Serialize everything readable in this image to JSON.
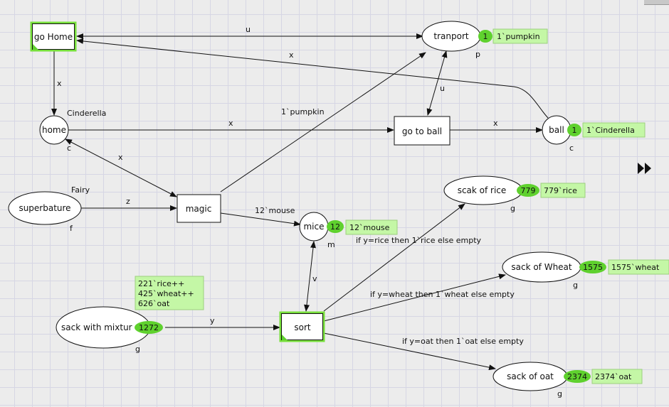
{
  "places": {
    "tranport": {
      "name": "tranport",
      "color_set": "p",
      "token_count": "1",
      "marking": "1`pumpkin"
    },
    "home": {
      "name": "home",
      "color_set": "c",
      "init_label": "Cinderella"
    },
    "ball": {
      "name": "ball",
      "color_set": "c",
      "token_count": "1",
      "marking": "1`Cinderella"
    },
    "superbature": {
      "name": "superbature",
      "color_set": "f",
      "init_label": "Fairy"
    },
    "mice": {
      "name": "mice",
      "color_set": "m",
      "token_count": "12",
      "marking": "12`mouse"
    },
    "scak_of_rice": {
      "name": "scak of rice",
      "color_set": "g",
      "token_count": "779",
      "marking": "779`rice"
    },
    "sack_of_wheat": {
      "name": "sack of Wheat",
      "color_set": "g",
      "token_count": "1575",
      "marking": "1575`wheat"
    },
    "sack_with_mixture": {
      "name": "sack with mixtur",
      "color_set": "g",
      "token_count": "1272",
      "marking_lines": [
        "221`rice++",
        "425`wheat++",
        "626`oat"
      ]
    },
    "sack_of_oat": {
      "name": "sack of oat",
      "color_set": "g",
      "token_count": "2374",
      "marking": "2374`oat"
    }
  },
  "transitions": {
    "go_home": {
      "name": "go Home",
      "enabled": true
    },
    "go_to_ball": {
      "name": "go to ball",
      "enabled": false
    },
    "magic": {
      "name": "magic",
      "enabled": false
    },
    "sort": {
      "name": "sort",
      "enabled": true
    }
  },
  "arc_labels": {
    "gohome_tranport": "u",
    "ball_gohome": "x",
    "gohome_home": "x",
    "tranport_gotoball": "u",
    "magic_tranport": "1`pumpkin",
    "home_gotoball": "x",
    "gotoball_ball": "x",
    "home_magic": "x",
    "superbature_magic": "z",
    "magic_mice": "12`mouse",
    "mice_sort": "v",
    "mixture_sort": "y",
    "sort_rice": "if y=rice then 1`rice else empty",
    "sort_wheat": "if y=wheat then 1`wheat else empty",
    "sort_oat": "if y=oat then 1`oat else empty"
  },
  "colors": {
    "token_green": "#5fd12e",
    "marking_bg": "#c4f7a6",
    "enabled_border": "#78e03c"
  },
  "icons": {
    "simulation_step": "fast-forward-icon"
  }
}
